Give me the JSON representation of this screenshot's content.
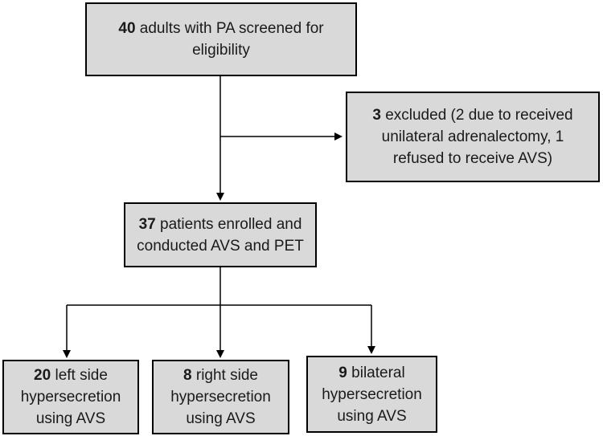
{
  "boxes": {
    "screened": {
      "number": "40",
      "text": " adults with PA screened for eligibility"
    },
    "excluded": {
      "number": "3",
      "text": " excluded (2 due to received unilateral adrenalectomy, 1 refused to receive AVS)"
    },
    "enrolled": {
      "number": "37",
      "text": " patients enrolled and conducted AVS and PET"
    },
    "left": {
      "number": "20",
      "text": " left side hypersecretion using AVS"
    },
    "right": {
      "number": "8",
      "text": " right side hypersecretion using AVS"
    },
    "bilateral": {
      "number": "9",
      "text": " bilateral hypersecretion using AVS"
    }
  },
  "colors": {
    "box_fill": "#d9d9d9",
    "line": "#000000"
  }
}
